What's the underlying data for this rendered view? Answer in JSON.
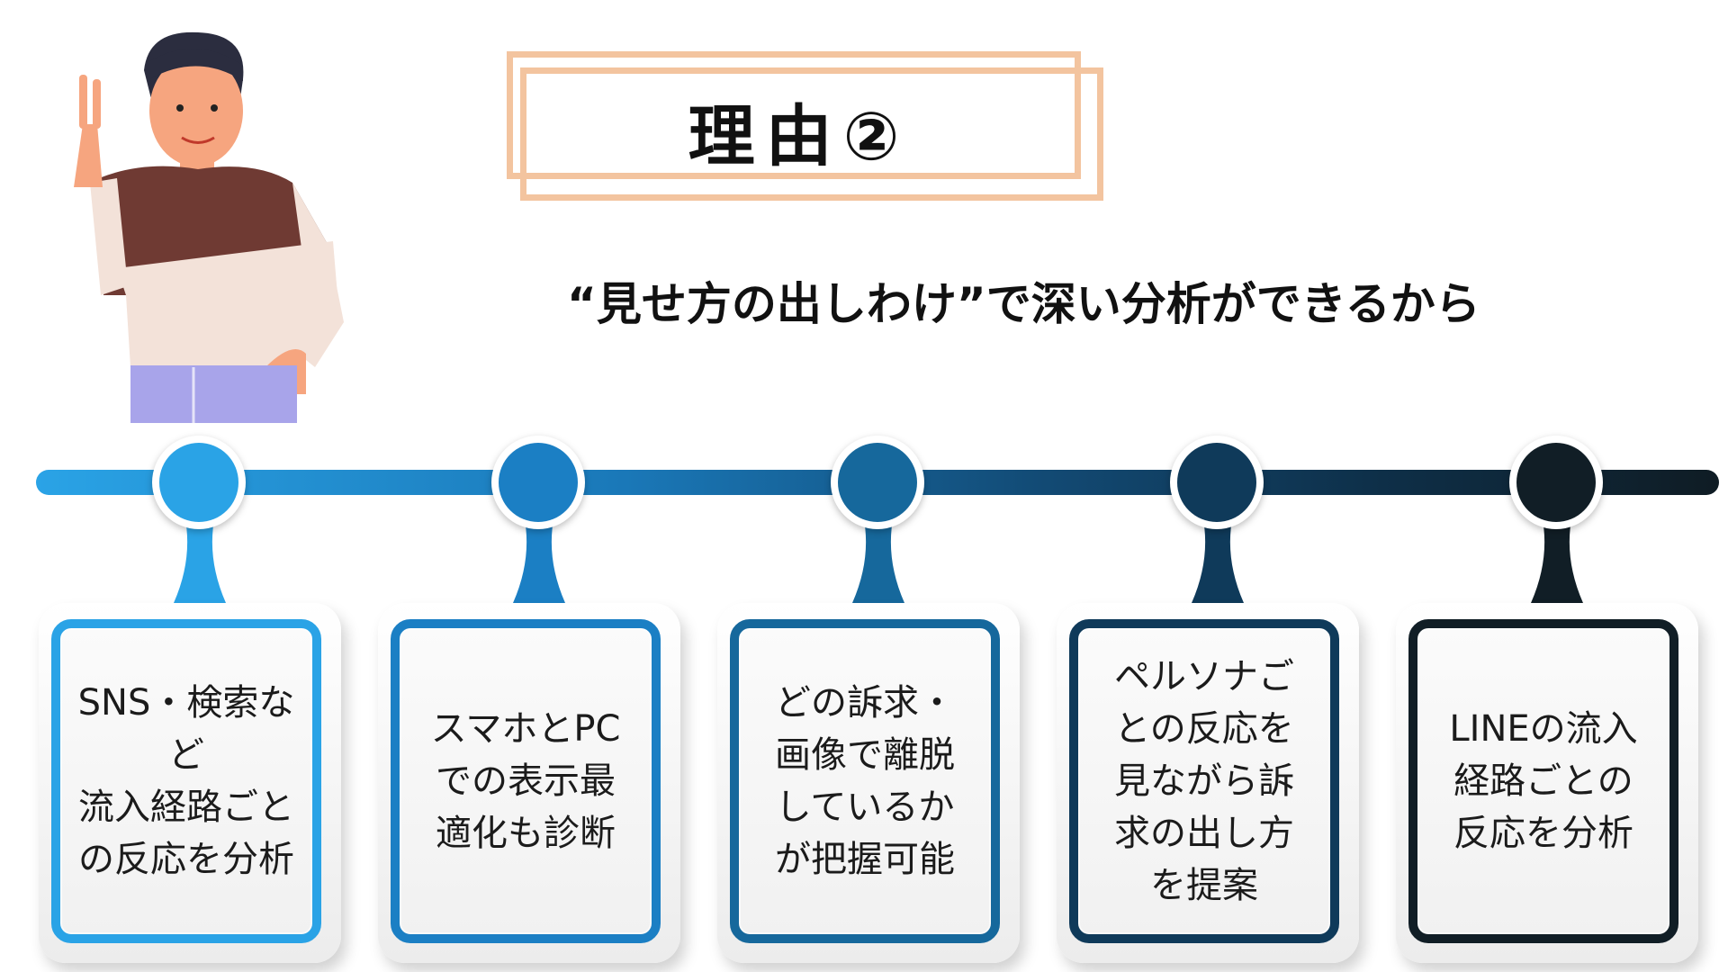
{
  "title": "理由②",
  "subtitle": "“見せ方の出しわけ”で深い分析ができるから",
  "colors": {
    "title_frame": "#f3c49f",
    "steps": [
      "#2aa3e6",
      "#1b7fc4",
      "#16689c",
      "#0f3a5a",
      "#111e26"
    ]
  },
  "steps": [
    {
      "text": "SNS・検索など\n流入経路ごと\nの反応を分析"
    },
    {
      "text": "スマホとPC\nでの表示最\n適化も診断"
    },
    {
      "text": "どの訴求・\n画像で離脱\nしているか\nが把握可能"
    },
    {
      "text": "ペルソナご\nとの反応を\n見ながら訴\n求の出し方\nを提案"
    },
    {
      "text": "LINEの流入\n経路ごとの\n反応を分析"
    }
  ]
}
